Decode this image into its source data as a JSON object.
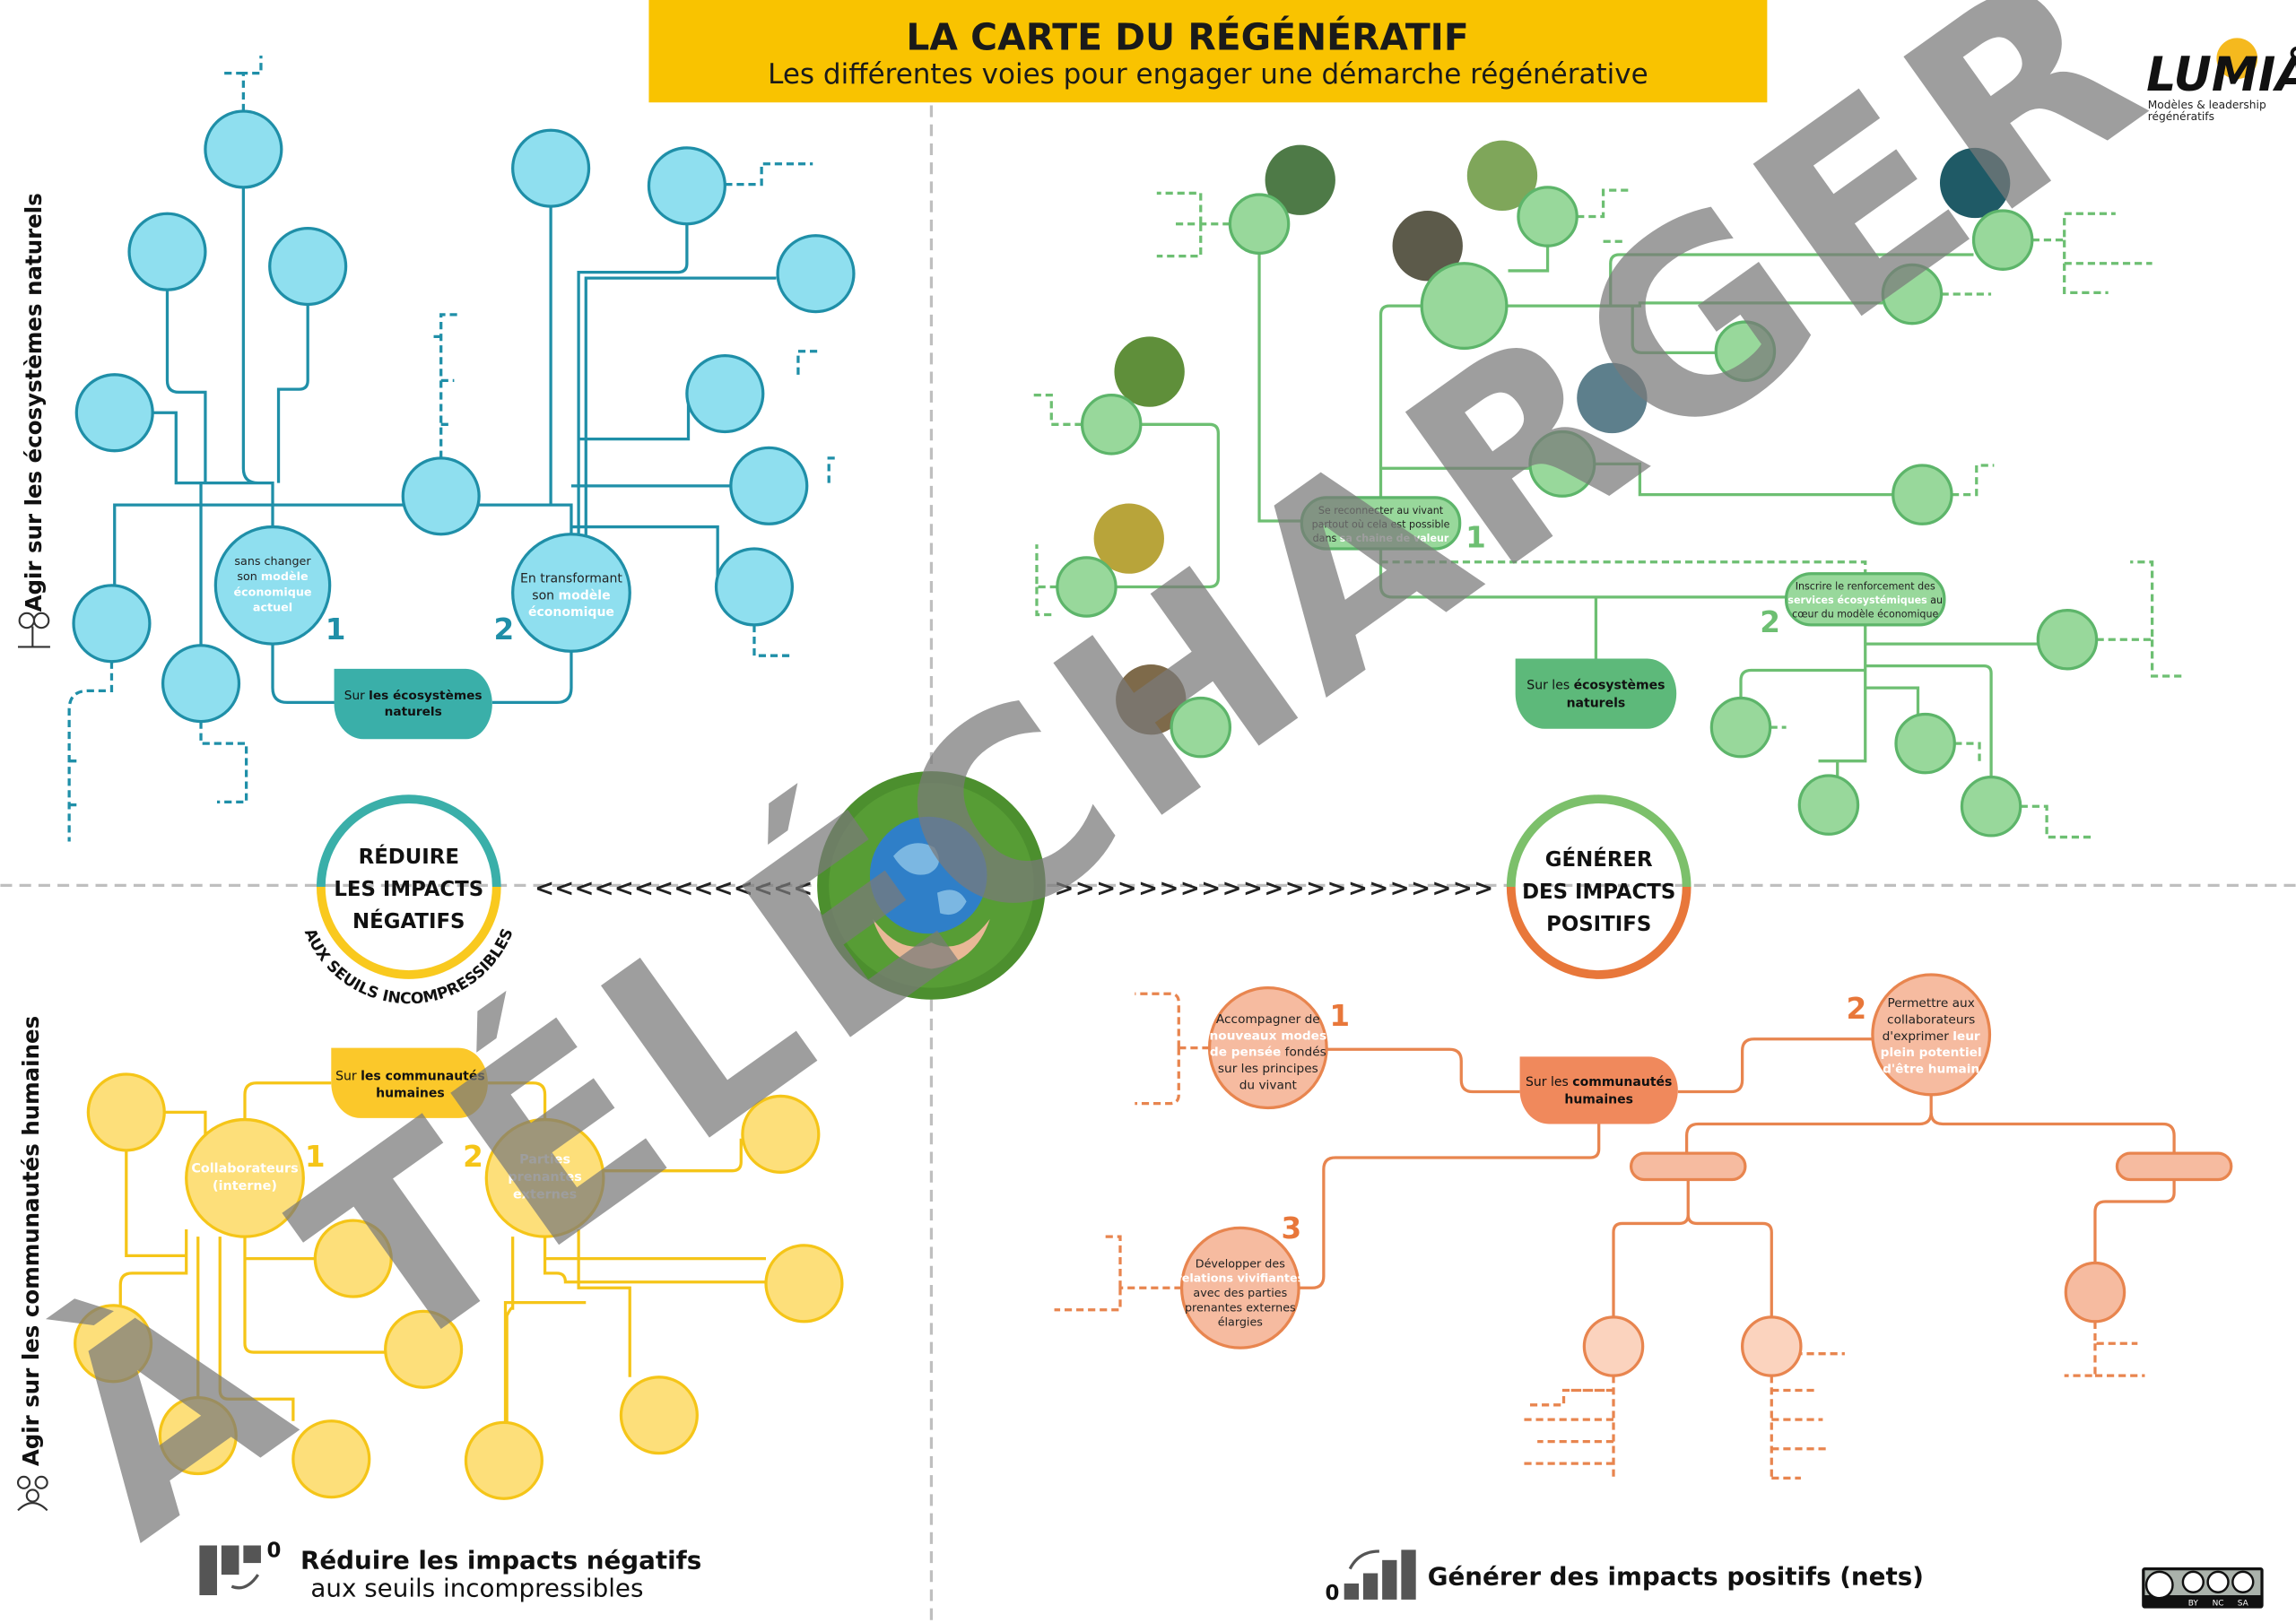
{
  "header": {
    "title": "LA CARTE DU RÉGÉNÉRATIF",
    "subtitle": "Les différentes voies pour engager une démarche régénérative",
    "color": "#F9C300"
  },
  "logo": {
    "name": "LUMIÅ",
    "tagline_1": "Modèles & leadership",
    "tagline_2": "régénératifs"
  },
  "side_labels": {
    "top": "Agir sur les écosystèmes naturels",
    "bottom": "Agir sur les communautés humaines"
  },
  "center": {
    "left_ring": {
      "lines": [
        "RÉDUIRE",
        "LES IMPACTS",
        "NÉGATIFS"
      ],
      "arc_text": "AUX SEUILS INCOMPRESSIBLES"
    },
    "right_ring": {
      "lines": [
        "GÉNÉRER",
        "DES IMPACTS",
        "POSITIFS"
      ]
    },
    "left_arrows": "<<<<<<<<<<<<<<",
    "right_arrows": ">>>>>>>>>>>>>>>>>>>>>"
  },
  "blue": {
    "pill": [
      [
        [
          "Sur ",
          ""
        ],
        [
          "les écosystèmes",
          "b"
        ]
      ],
      [
        [
          "naturels",
          "b"
        ]
      ]
    ],
    "node1": [
      [
        [
          "sans changer",
          ""
        ]
      ],
      [
        [
          "son ",
          ""
        ],
        [
          "modèle",
          "w"
        ]
      ],
      [
        [
          "économique",
          "w"
        ]
      ],
      [
        [
          "actuel",
          "w"
        ]
      ]
    ],
    "node2": [
      [
        [
          "En transformant",
          ""
        ]
      ],
      [
        [
          "son ",
          ""
        ],
        [
          "modèle",
          "w"
        ]
      ],
      [
        [
          "économique",
          "w"
        ]
      ]
    ],
    "num1": "1",
    "num2": "2"
  },
  "green": {
    "pill": [
      [
        [
          "Sur les ",
          ""
        ],
        [
          "écosystèmes",
          "b"
        ]
      ],
      [
        [
          "naturels",
          "b"
        ]
      ]
    ],
    "node1": [
      [
        [
          "Se reconnecter au vivant",
          ""
        ]
      ],
      [
        [
          "partout où cela est possible",
          ""
        ]
      ],
      [
        [
          "dans ",
          ""
        ],
        [
          "sa chaine de valeur",
          "w"
        ]
      ]
    ],
    "node2": [
      [
        [
          "Inscrire le renforcement des",
          ""
        ]
      ],
      [
        [
          "services écosystémiques",
          "w"
        ],
        [
          " au",
          ""
        ]
      ],
      [
        [
          "cœur du modèle économique",
          ""
        ]
      ]
    ],
    "num1": "1",
    "num2": "2"
  },
  "yellow": {
    "pill": [
      [
        [
          "Sur ",
          ""
        ],
        [
          "les communautés",
          "b"
        ]
      ],
      [
        [
          "humaines",
          "b"
        ]
      ]
    ],
    "node1": [
      [
        [
          "Collaborateurs",
          "w"
        ]
      ],
      [
        [
          "(interne)",
          "w"
        ]
      ]
    ],
    "node2": [
      [
        [
          "Parties",
          "w"
        ]
      ],
      [
        [
          "prenantes",
          "w"
        ]
      ],
      [
        [
          "externes",
          "w"
        ]
      ]
    ],
    "num1": "1",
    "num2": "2"
  },
  "orange": {
    "pill": [
      [
        [
          "Sur les ",
          ""
        ],
        [
          "communautés",
          "b"
        ]
      ],
      [
        [
          "humaines",
          "b"
        ]
      ]
    ],
    "node1": [
      [
        [
          "Accompagner de",
          ""
        ]
      ],
      [
        [
          "nouveaux modes",
          "w"
        ]
      ],
      [
        [
          "de pensée",
          "w"
        ],
        [
          " fondés",
          ""
        ]
      ],
      [
        [
          "sur les principes",
          ""
        ]
      ],
      [
        [
          "du vivant",
          ""
        ]
      ]
    ],
    "node2": [
      [
        [
          "Permettre aux",
          ""
        ]
      ],
      [
        [
          "collaborateurs",
          ""
        ]
      ],
      [
        [
          "d'exprimer ",
          ""
        ],
        [
          "leur",
          "w"
        ]
      ],
      [
        [
          "plein potentiel",
          "w"
        ]
      ],
      [
        [
          "d'être humain",
          "w"
        ]
      ]
    ],
    "node3": [
      [
        [
          "Développer des",
          ""
        ]
      ],
      [
        [
          "relations vivifiantes",
          "w"
        ]
      ],
      [
        [
          "avec des parties",
          ""
        ]
      ],
      [
        [
          "prenantes externes",
          ""
        ]
      ],
      [
        [
          "élargies",
          ""
        ]
      ]
    ],
    "num1": "1",
    "num2": "2",
    "num3": "3"
  },
  "footer": {
    "left_title": "Réduire les impacts négatifs",
    "left_sub": "aux seuils incompressibles",
    "left_icon_num": "0",
    "right_title": "Générer des impacts positifs (nets)",
    "right_icon_num": "0",
    "license": [
      "BY",
      "NC",
      "SA"
    ]
  },
  "watermark": "À TÉLÉCHARGER"
}
